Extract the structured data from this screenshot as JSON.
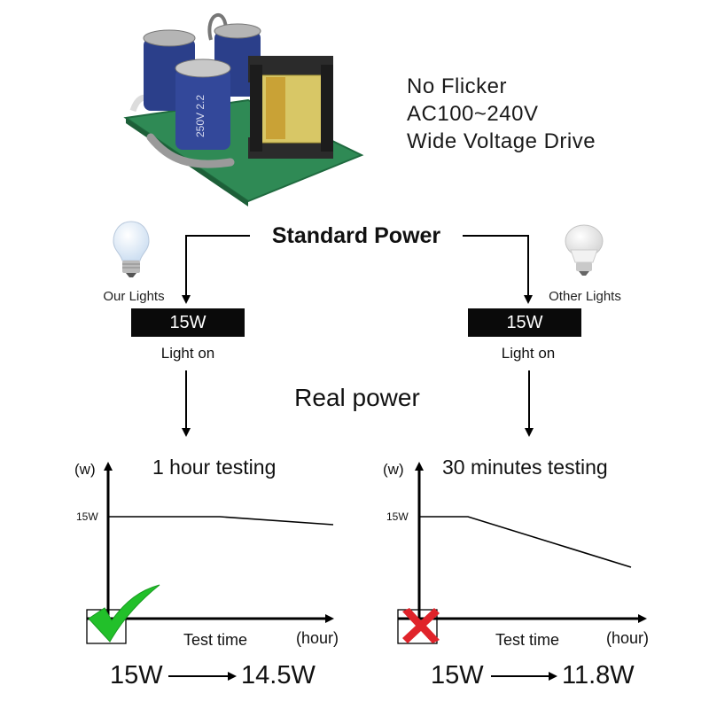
{
  "features": [
    "No Flicker",
    "AC100~240V",
    "Wide Voltage Drive"
  ],
  "standard_power_label": "Standard Power",
  "left": {
    "bulb_label": "Our Lights",
    "watt": "15W",
    "status": "Light on",
    "test_title": "1 hour testing",
    "y_unit": "(w)",
    "y_tick": "15W",
    "x_label": "Test time",
    "x_unit": "(hour)",
    "result_from": "15W",
    "result_to": "14.5W",
    "mark": "check-icon",
    "mark_color": "#22c02a"
  },
  "right": {
    "bulb_label": "Other Lights",
    "watt": "15W",
    "status": "Light on",
    "test_title": "30 minutes testing",
    "y_unit": "(w)",
    "y_tick": "15W",
    "x_label": "Test time",
    "x_unit": "(hour)",
    "result_from": "15W",
    "result_to": "11.8W",
    "mark": "cross-icon",
    "mark_color": "#e0232a"
  },
  "real_power_label": "Real power"
}
